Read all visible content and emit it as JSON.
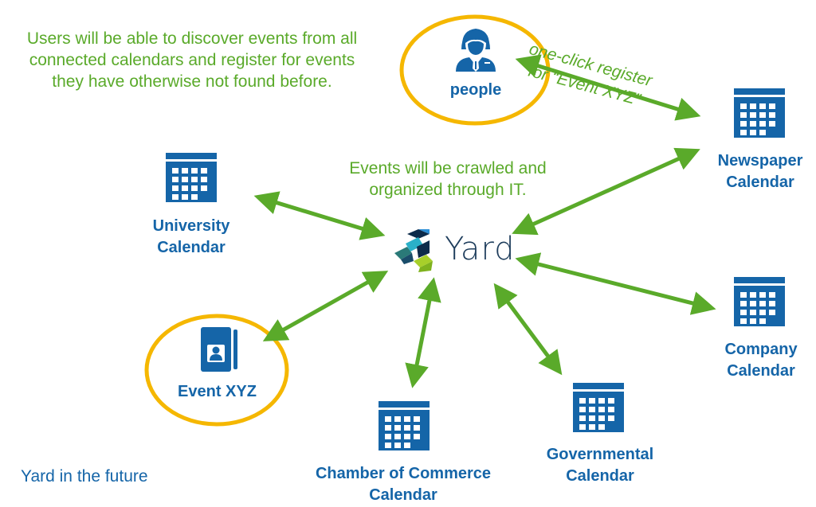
{
  "intro": {
    "lines": [
      "Users will be able to discover events from all",
      "connected calendars and register for events",
      "they have otherwise not found before."
    ]
  },
  "crawl_note": {
    "lines": [
      "Events will be crawled and",
      "organized through IT."
    ]
  },
  "register_note": {
    "lines": [
      "one-click register",
      "for  “Event XYZ”"
    ]
  },
  "hub": {
    "name": "Yard",
    "icon": "yard-cube-logo-icon"
  },
  "nodes": {
    "people": {
      "label": "people",
      "icon": "user-tie-icon",
      "highlight": true
    },
    "newspaper": {
      "lines": [
        "Newspaper",
        "Calendar"
      ],
      "icon": "calendar-icon"
    },
    "university": {
      "lines": [
        "University",
        "Calendar"
      ],
      "icon": "calendar-icon"
    },
    "company": {
      "lines": [
        "Company",
        "Calendar"
      ],
      "icon": "calendar-icon"
    },
    "event": {
      "label": "Event XYZ",
      "icon": "contact-card-icon",
      "highlight": true
    },
    "chamber": {
      "lines": [
        "Chamber of Commerce",
        "Calendar"
      ],
      "icon": "calendar-icon"
    },
    "government": {
      "lines": [
        "Governmental",
        "Calendar"
      ],
      "icon": "calendar-icon"
    }
  },
  "caption": "Yard in the future",
  "colors": {
    "arrow": "#5aaa2a",
    "highlight_ring": "#f5b700",
    "icon_blue": "#1565a8",
    "note_green": "#5aaa2a"
  }
}
